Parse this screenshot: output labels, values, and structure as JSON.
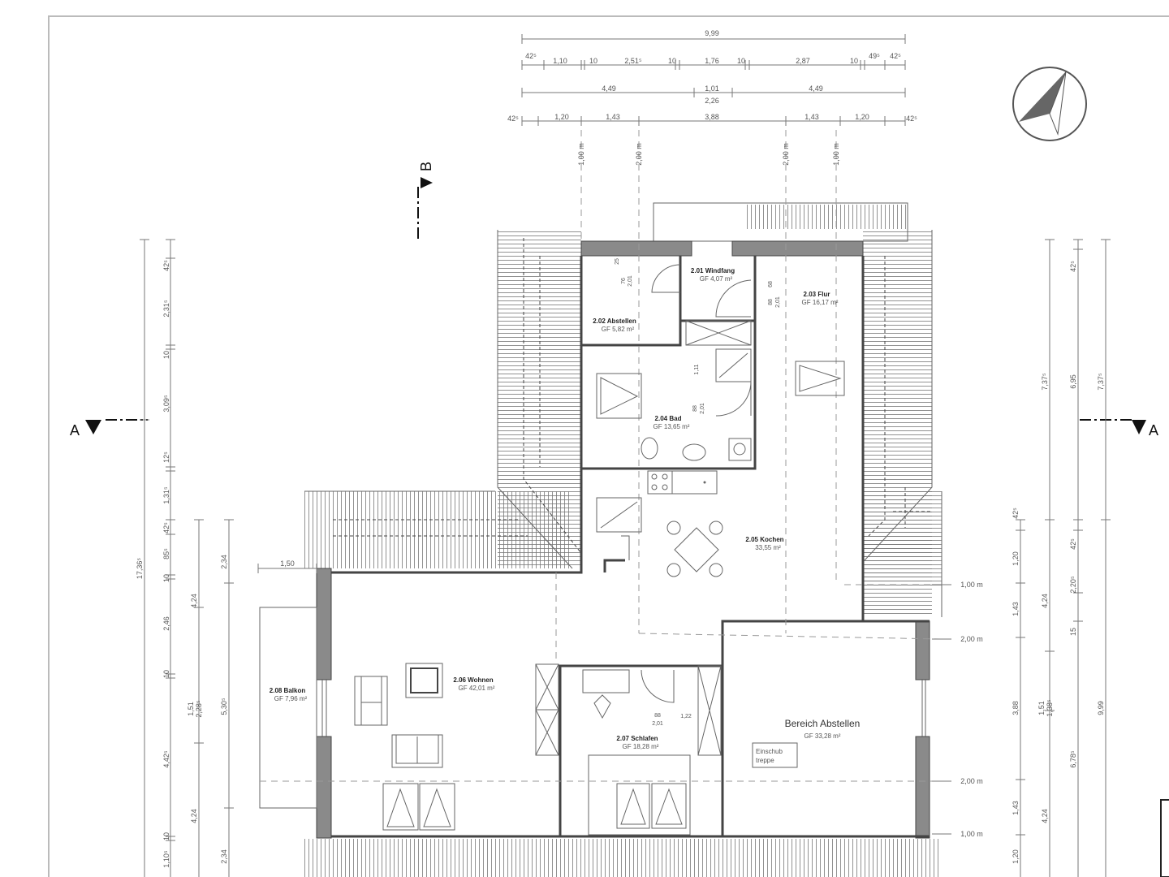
{
  "rooms": [
    {
      "name": "2.01 Windfang",
      "area": "GF 4,07 m²"
    },
    {
      "name": "2.02 Abstellen",
      "area": "GF 5,82 m²"
    },
    {
      "name": "2.03 Flur",
      "area": "GF 16,17 m²"
    },
    {
      "name": "2.04 Bad",
      "area": "GF 13,65 m²"
    },
    {
      "name": "2.05 Kochen",
      "area": "33,55 m²"
    },
    {
      "name": "2.06 Wohnen",
      "area": "GF 42,01 m²"
    },
    {
      "name": "2.07 Schlafen",
      "area": "GF 18,28 m²"
    },
    {
      "name": "2.08 Balkon",
      "area": "GF 7,96 m²"
    },
    {
      "name": "Bereich Abstellen",
      "area": "GF 33,28 m²"
    }
  ],
  "einschub": [
    "Einschub",
    "treppe"
  ],
  "section_markers": {
    "a": "A",
    "b": "B"
  },
  "dims": {
    "top": [
      "9,99",
      "42⁵",
      "1,10",
      "10",
      "2,51⁵",
      "10",
      "1,76",
      "10",
      "2,87",
      "10",
      "49⁵",
      "42⁵",
      "4,49",
      "1,01",
      "2,26",
      "4,49",
      "42⁵",
      "1,20",
      "1,43",
      "3,88",
      "1,43",
      "1,20",
      "42⁵"
    ],
    "guides": [
      "1,00 m",
      "2,00 m",
      "2,00 m",
      "1,00 m"
    ],
    "left": [
      "17,36⁵",
      "42⁵",
      "2,31⁵",
      "10",
      "3,09⁵",
      "12⁵",
      "1,31⁵",
      "42⁵",
      "85⁵",
      "10",
      "2,46",
      "10",
      "4,42⁵",
      "10",
      "1,10⁵",
      "4,24",
      "1,51",
      "2,28⁵",
      "4,24",
      "2,34",
      "5,30⁵",
      "2,34",
      "1,50"
    ],
    "right": [
      "42⁵",
      "1,20",
      "1,43",
      "3,88",
      "1,43",
      "1,20",
      "7,37⁵",
      "4,24",
      "1,51",
      "1,38⁵",
      "4,24",
      "42⁵",
      "6,95",
      "42⁵",
      "2,20⁵",
      "15",
      "6,78⁵",
      "7,37⁵",
      "9,99"
    ],
    "levels": [
      "1,00 m",
      "2,00 m",
      "2,00 m",
      "1,00 m"
    ],
    "doors": [
      "25",
      "76",
      "2,01",
      "68",
      "88",
      "2,01",
      "1,11",
      "88",
      "2,01",
      "88",
      "2,01",
      "1,22"
    ]
  }
}
